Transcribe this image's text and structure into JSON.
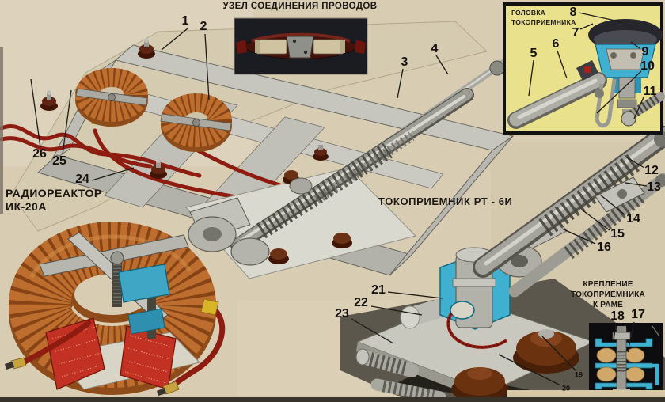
{
  "labels": {
    "wire_junction_title": "УЗЕЛ СОЕДИНЕНИЯ ПРОВОДОВ",
    "head_inset_line1": "ГОЛОВКА",
    "head_inset_line2": "ТОКОПРИЕМНИКА",
    "reactor_line1": "РАДИОРЕАКТОР",
    "reactor_line2": "ИК-20А",
    "collector_title": "ТОКОПРИЕМНИК РТ - 6И",
    "mount_line1": "КРЕПЛЕНИЕ",
    "mount_line2": "ТОКОПРИЕМНИКА",
    "mount_line3": "К РАМЕ"
  },
  "callouts": {
    "c1": "1",
    "c2": "2",
    "c3": "3",
    "c4": "4",
    "c5": "5",
    "c6": "6",
    "c7": "7",
    "c8": "8",
    "c9": "9",
    "c10": "10",
    "c11": "11",
    "c12": "12",
    "c13": "13",
    "c14": "14",
    "c15": "15",
    "c16": "16",
    "c17": "17",
    "c18": "18",
    "c19": "19",
    "c20": "20",
    "c21": "21",
    "c22": "22",
    "c23": "23",
    "c24": "24",
    "c25": "25",
    "c26": "26"
  },
  "colors": {
    "paper": "#d8cdb3",
    "inset_yellow": "#e9e18c",
    "inset_background_dark": "#15151b",
    "copper": "#bd6e2e",
    "copper_dark": "#7c3c12",
    "winding_section_red": "#c23122",
    "cable_red": "#8e1c10",
    "metal_gray": "#b2b2aa",
    "highlight_cyan": "#3fb0d0",
    "washer_tan": "#d2a86a",
    "insulator_brown": "#5f2b12",
    "callout_text": "#14110c"
  }
}
